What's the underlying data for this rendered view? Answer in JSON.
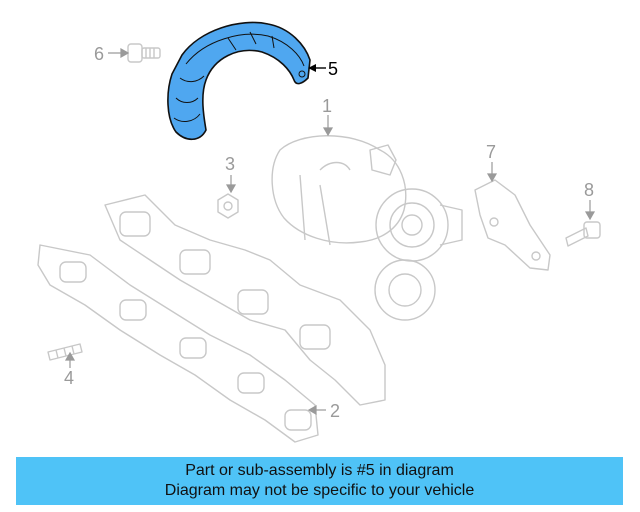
{
  "diagram": {
    "callouts": [
      {
        "id": "1",
        "label": "1",
        "highlighted": false
      },
      {
        "id": "2",
        "label": "2",
        "highlighted": false
      },
      {
        "id": "3",
        "label": "3",
        "highlighted": false
      },
      {
        "id": "4",
        "label": "4",
        "highlighted": false
      },
      {
        "id": "5",
        "label": "5",
        "highlighted": true
      },
      {
        "id": "6",
        "label": "6",
        "highlighted": false
      },
      {
        "id": "7",
        "label": "7",
        "highlighted": false
      },
      {
        "id": "8",
        "label": "8",
        "highlighted": false
      }
    ],
    "colors": {
      "highlight_fill": "#4fa7f0",
      "faded_line": "#c8c8c8",
      "label_faded": "#9a9a9a",
      "label_active": "#000000",
      "banner_bg": "#4fc3f7"
    }
  },
  "banner": {
    "line1": "Part or sub-assembly is #5 in diagram",
    "line2": "Diagram may not be specific to your vehicle"
  }
}
